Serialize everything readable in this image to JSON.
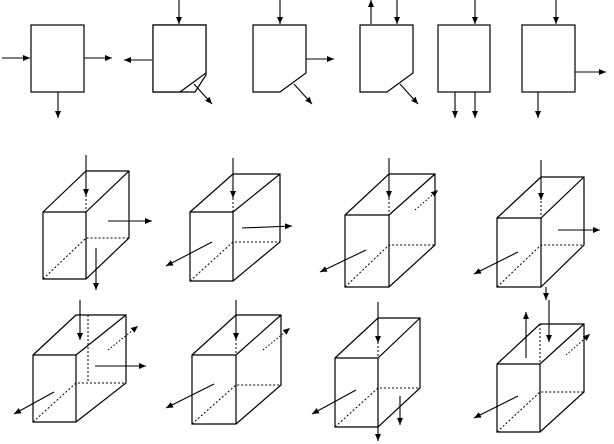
{
  "diagram": {
    "colors": {
      "stroke": "#000000",
      "background": "#ffffff"
    },
    "rows": [
      {
        "name": "flat-blocks",
        "count": 6,
        "description_free": true
      },
      {
        "name": "prism-blocks-row-1",
        "count": 4
      },
      {
        "name": "prism-blocks-row-2",
        "count": 4
      }
    ],
    "icons": [
      "arrow-icon",
      "dotted-arrow-icon"
    ]
  }
}
